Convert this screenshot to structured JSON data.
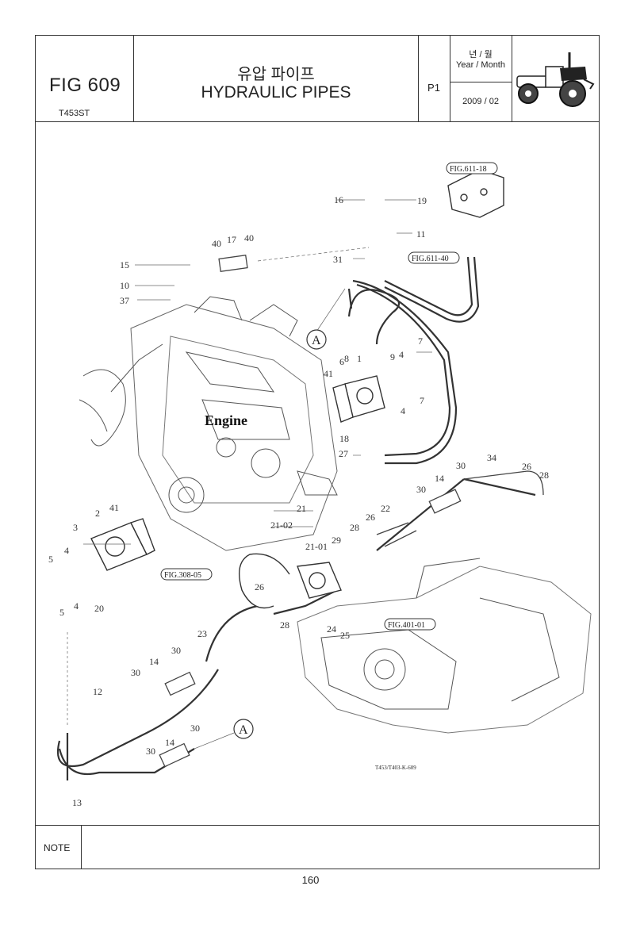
{
  "header": {
    "fig_number": "FIG 609",
    "model": "T453ST",
    "title_ko": "유압 파이프",
    "title_en": "HYDRAULIC PIPES",
    "page_code": "P1",
    "year_month_ko": "년 / 월",
    "year_month_en": "Year / Month",
    "year_month_value": "2009 / 02"
  },
  "diagram": {
    "engine_label": "Engine",
    "drawing_code": "T453/T403-K-609",
    "view_marker": "A",
    "fig_refs": [
      "FIG.611-18",
      "FIG.611-40",
      "FIG.308-05",
      "FIG.401-01"
    ],
    "callouts": [
      "1",
      "2",
      "3",
      "4",
      "5",
      "7",
      "8",
      "9",
      "10",
      "11",
      "12",
      "13",
      "14",
      "15",
      "16",
      "17",
      "18",
      "19",
      "20",
      "21",
      "21-01",
      "21-02",
      "22",
      "23",
      "24",
      "25",
      "26",
      "27",
      "28",
      "29",
      "30",
      "31",
      "34",
      "37",
      "40",
      "41",
      "6"
    ]
  },
  "footer": {
    "note_label": "NOTE",
    "page_number": "160"
  }
}
